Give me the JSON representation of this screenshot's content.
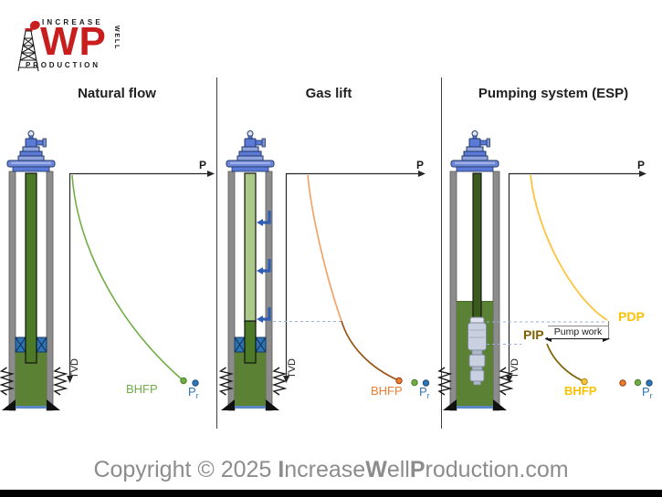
{
  "logo": {
    "top_text": "INCREASE",
    "acronym": "WP",
    "side_text": "WELL",
    "bottom_text": "PRODUCTION"
  },
  "sections": [
    {
      "title": "Natural flow",
      "pressure_axis": "P",
      "depth_axis": "TVD",
      "bhfp": "BHFP",
      "pr_main": "P",
      "pr_sub": "r"
    },
    {
      "title": "Gas lift",
      "pressure_axis": "P",
      "depth_axis": "TVD",
      "bhfp": "BHFP",
      "pr_main": "P",
      "pr_sub": "r"
    },
    {
      "title": "Pumping system (ESP)",
      "pressure_axis": "P",
      "depth_axis": "TVD",
      "bhfp": "BHFP",
      "pdp": "PDP",
      "pip": "PIP",
      "pump_work": "Pump work",
      "pr_main": "P",
      "pr_sub": "r"
    }
  ],
  "colors": {
    "natural_flow_green": "#6FAE44",
    "gas_lift_orange": "#ED7D31",
    "gas_lift_deep_brown": "#9A5517",
    "esp_yellow": "#FCC33C",
    "pip_dark_gold": "#7F6000",
    "reservoir_blue": "#2E75B6",
    "wellhead_blue": "#5B79D6",
    "fluid_green": "#5B8134",
    "logo_red": "#C81E1E"
  },
  "footer": {
    "prefix": "Copyright © 2025 ",
    "b1": "I",
    "t1": "ncrease",
    "b2": "W",
    "t2": "ell",
    "b3": "P",
    "t3": "roduction.com"
  }
}
